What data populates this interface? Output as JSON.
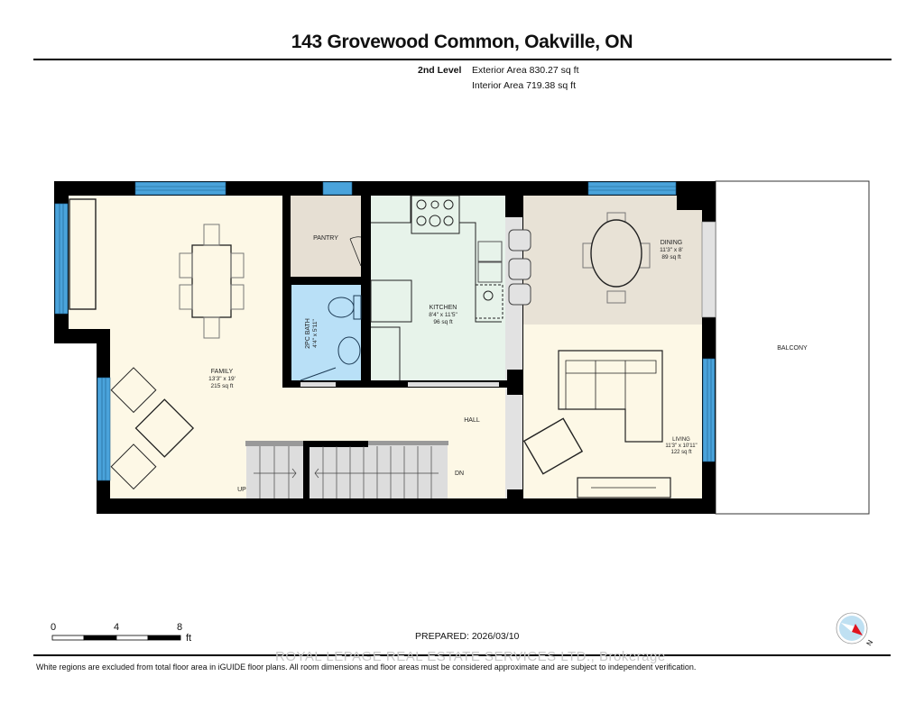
{
  "header": {
    "title": "143 Grovewood Common, Oakville, ON",
    "level": "2nd Level",
    "exterior_area": "Exterior Area 830.27 sq ft",
    "interior_area": "Interior Area 719.38 sq ft"
  },
  "rooms": {
    "family": {
      "name": "FAMILY",
      "dims": "13'3\" x 19'",
      "area": "215 sq ft"
    },
    "pantry": {
      "name": "PANTRY"
    },
    "bath": {
      "name": "2PC BATH",
      "dims": "4'4\" x 5'11\""
    },
    "kitchen": {
      "name": "KITCHEN",
      "dims": "8'4\" x 11'5\"",
      "area": "96 sq ft"
    },
    "dining": {
      "name": "DINING",
      "dims": "11'3\" x 8'",
      "area": "89 sq ft"
    },
    "living": {
      "name": "LIVING",
      "dims": "11'3\" x 10'11\"",
      "area": "122 sq ft"
    },
    "hall": {
      "name": "HALL"
    },
    "balcony": {
      "name": "BALCONY"
    }
  },
  "stairs": {
    "up_label": "UP",
    "down_label": "DN"
  },
  "scale": {
    "ticks": [
      "0",
      "4",
      "8"
    ],
    "unit": "ft"
  },
  "footer": {
    "prepared": "PREPARED: 2026/03/10",
    "watermark": "ROYAL LEPAGE REAL ESTATE SERVICES LTD., Brokerage",
    "disclaimer": "White regions are excluded from total floor area in iGUIDE floor plans. All room dimensions and floor areas must be considered approximate and are subject to independent verification."
  },
  "colors": {
    "wall": "#000000",
    "window": "#4aa3db",
    "family_floor": "#fdf8e6",
    "pantry_floor": "#e6dfd3",
    "bath_floor": "#b9e0f7",
    "kitchen_floor": "#e7f3ea",
    "dining_floor": "#e8e2d6",
    "living_floor": "#fdf8e6",
    "stairs": "#dddddd",
    "compass_red": "#e0131f",
    "compass_blue": "#bfe0f2"
  }
}
